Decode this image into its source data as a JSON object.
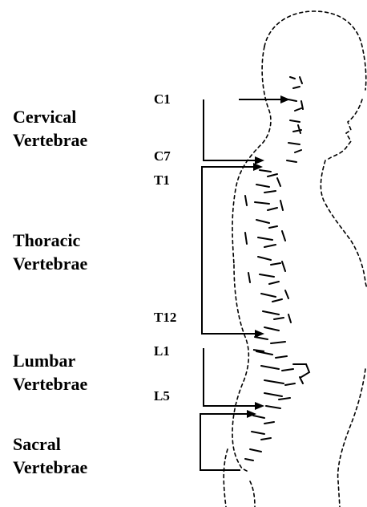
{
  "regions": {
    "cervical": {
      "line1": "Cervical",
      "line2": "Vertebrae"
    },
    "thoracic": {
      "line1": "Thoracic",
      "line2": "Vertebrae"
    },
    "lumbar": {
      "line1": "Lumbar",
      "line2": "Vertebrae"
    },
    "sacral": {
      "line1": "Sacral",
      "line2": "Vertebrae"
    }
  },
  "vertebrae": {
    "c1": "C1",
    "c7": "C7",
    "t1": "T1",
    "t12": "T12",
    "l1": "L1",
    "l5": "L5"
  },
  "colors": {
    "ink": "#000000",
    "background": "#ffffff"
  }
}
